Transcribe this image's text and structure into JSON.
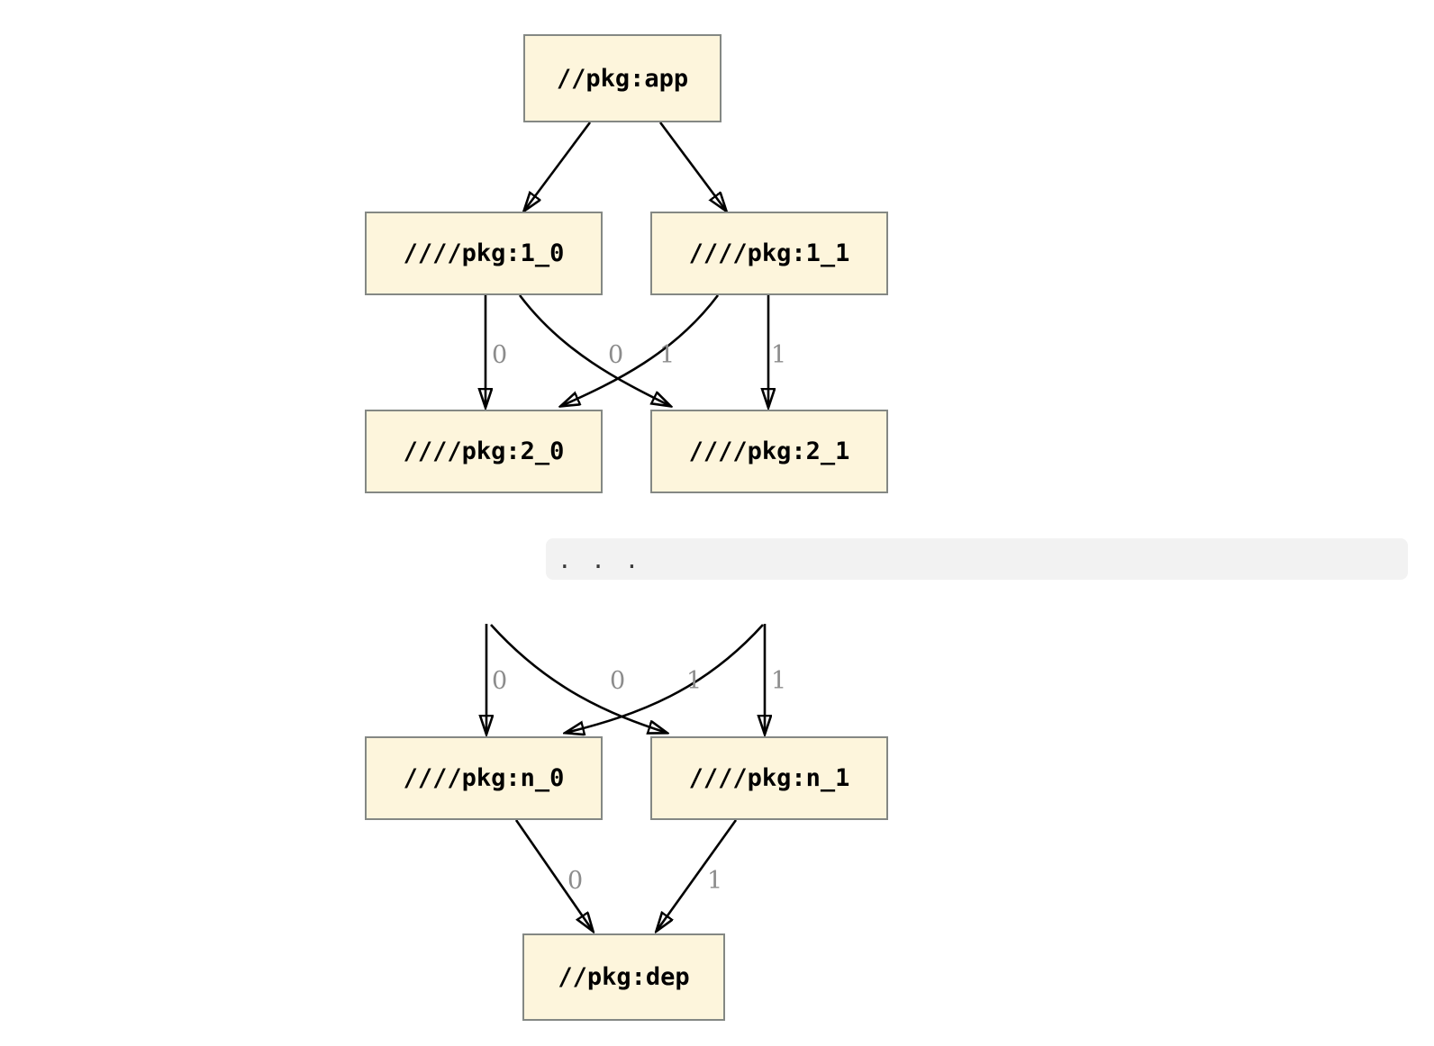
{
  "diagram": {
    "kind": "build-dependency-graph",
    "nodes": [
      {
        "id": "app",
        "label": "//pkg:app"
      },
      {
        "id": "1_0",
        "label": "////pkg:1_0"
      },
      {
        "id": "1_1",
        "label": "////pkg:1_1"
      },
      {
        "id": "2_0",
        "label": "////pkg:2_0"
      },
      {
        "id": "2_1",
        "label": "////pkg:2_1"
      },
      {
        "id": "n_0",
        "label": "////pkg:n_0"
      },
      {
        "id": "n_1",
        "label": "////pkg:n_1"
      },
      {
        "id": "dep",
        "label": "//pkg:dep"
      }
    ],
    "ellipsis": ".  .  .",
    "edges": [
      {
        "from": "//pkg:app",
        "to": "////pkg:1_0",
        "label": ""
      },
      {
        "from": "//pkg:app",
        "to": "////pkg:1_1",
        "label": ""
      },
      {
        "from": "////pkg:1_0",
        "to": "////pkg:2_0",
        "label": "0"
      },
      {
        "from": "////pkg:1_0",
        "to": "////pkg:2_1",
        "label": "1"
      },
      {
        "from": "////pkg:1_1",
        "to": "////pkg:2_0",
        "label": "0"
      },
      {
        "from": "////pkg:1_1",
        "to": "////pkg:2_1",
        "label": "1"
      },
      {
        "from": "...",
        "to": "////pkg:n_0",
        "label": "0"
      },
      {
        "from": "...",
        "to": "////pkg:n_1",
        "label": "1"
      },
      {
        "from": "...",
        "to": "////pkg:n_0",
        "label": "0"
      },
      {
        "from": "...",
        "to": "////pkg:n_1",
        "label": "1"
      },
      {
        "from": "////pkg:n_0",
        "to": "//pkg:dep",
        "label": "0"
      },
      {
        "from": "////pkg:n_1",
        "to": "//pkg:dep",
        "label": "1"
      }
    ],
    "colors": {
      "node_fill": "#fdf5dc",
      "node_border": "#848884",
      "edge": "#000000",
      "edge_label": "#8c8c8c",
      "ellipsis_background": "#f2f2f2",
      "background": "#ffffff"
    }
  }
}
